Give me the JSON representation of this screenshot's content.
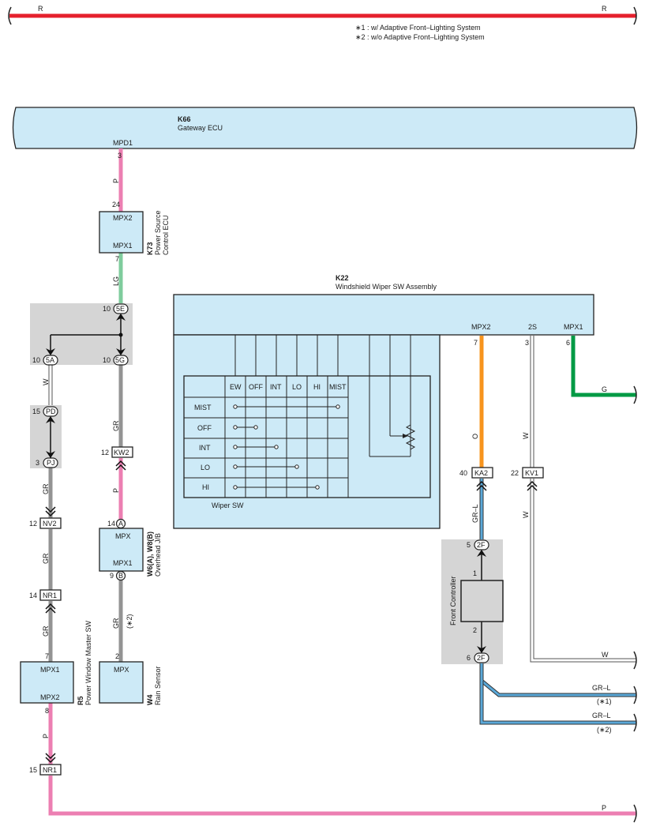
{
  "notes": {
    "note1": "∗1 : w/ Adaptive Front–Lighting System",
    "note2": "∗2 : w/o Adaptive Front–Lighting System"
  },
  "wire_labels": {
    "r_left": "R",
    "r_right": "R",
    "p_top": "P",
    "lg": "LG",
    "w_left": "W",
    "gr_5g": "GR",
    "gr_pj": "GR",
    "p_w6": "P",
    "gr_nv2": "GR",
    "gr_r5": "GR",
    "gr_w4": "GR",
    "star2_w4": "(∗2)",
    "p_r5": "P",
    "p_bottom": "P",
    "o": "O",
    "w_kv1_up": "W",
    "w_kv1_down": "W",
    "grl_ka2": "GR–L",
    "g": "G",
    "w_right": "W",
    "grl_right1": "GR–L",
    "star1_right": "(∗1)",
    "grl_right2": "GR–L",
    "star2_right": "(∗2)"
  },
  "components": {
    "k66": {
      "code": "K66",
      "name": "Gateway ECU",
      "pin_label": "MPD1",
      "pin": "3"
    },
    "k73": {
      "code": "K73",
      "name1": "Power Source",
      "name2": "Control ECU",
      "top_label": "MPX2",
      "bottom_label": "MPX1",
      "top_pin": "24",
      "bottom_pin": "7"
    },
    "k22": {
      "code": "K22",
      "name": "Windshield Wiper SW Assembly",
      "pins": [
        {
          "label": "MPX2",
          "num": "7"
        },
        {
          "label": "2S",
          "num": "3"
        },
        {
          "label": "MPX1",
          "num": "6"
        }
      ],
      "wiper_label": "Wiper SW",
      "table_headers": [
        "EW",
        "OFF",
        "INT",
        "LO",
        "HI",
        "MIST"
      ],
      "table_rows": [
        "MIST",
        "OFF",
        "INT",
        "LO",
        "HI"
      ]
    },
    "w6w8": {
      "code": "W6(A), W8(B)",
      "name": "Overhead J/B",
      "top_label": "MPX",
      "bottom_label": "MPX1",
      "top_pin": "14",
      "top_letter": "A",
      "bottom_pin": "9",
      "bottom_letter": "B"
    },
    "r5": {
      "code": "R5",
      "name": "Power Window Master SW",
      "top_label": "MPX1",
      "bottom_label": "MPX2",
      "top_pin": "7",
      "bottom_pin": "8"
    },
    "w4": {
      "code": "W4",
      "name": "Rain Sensor",
      "label": "MPX",
      "pin": "2"
    },
    "front_controller": {
      "name": "Front Controller",
      "top_pin": "1",
      "bottom_pin": "2"
    }
  },
  "junctions": {
    "j5e": {
      "num": "10",
      "code": "5E"
    },
    "j5a": {
      "num": "10",
      "code": "5A"
    },
    "j5g": {
      "num": "10",
      "code": "5G"
    },
    "jpd": {
      "num": "15",
      "code": "PD"
    },
    "jpj": {
      "num": "3",
      "code": "PJ"
    },
    "j2f_top": {
      "num": "5",
      "code": "2F"
    },
    "j2f_bot": {
      "num": "6",
      "code": "2F"
    }
  },
  "connectors": {
    "kw2": {
      "num": "12",
      "code": "KW2"
    },
    "nv2": {
      "num": "12",
      "code": "NV2"
    },
    "nr1_top": {
      "num": "14",
      "code": "NR1"
    },
    "nr1_bot": {
      "num": "15",
      "code": "NR1"
    },
    "ka2": {
      "num": "40",
      "code": "KA2"
    },
    "kv1": {
      "num": "22",
      "code": "KV1"
    }
  },
  "colors": {
    "red": "#e5202d",
    "pink": "#ec7fb2",
    "green_light": "#7fcc9d",
    "gray": "#939393",
    "orange": "#f7941d",
    "green": "#009a44",
    "blue_light": "#5aa8d8",
    "component_fill": "#cdeaf7",
    "shade": "#d5d5d5"
  }
}
